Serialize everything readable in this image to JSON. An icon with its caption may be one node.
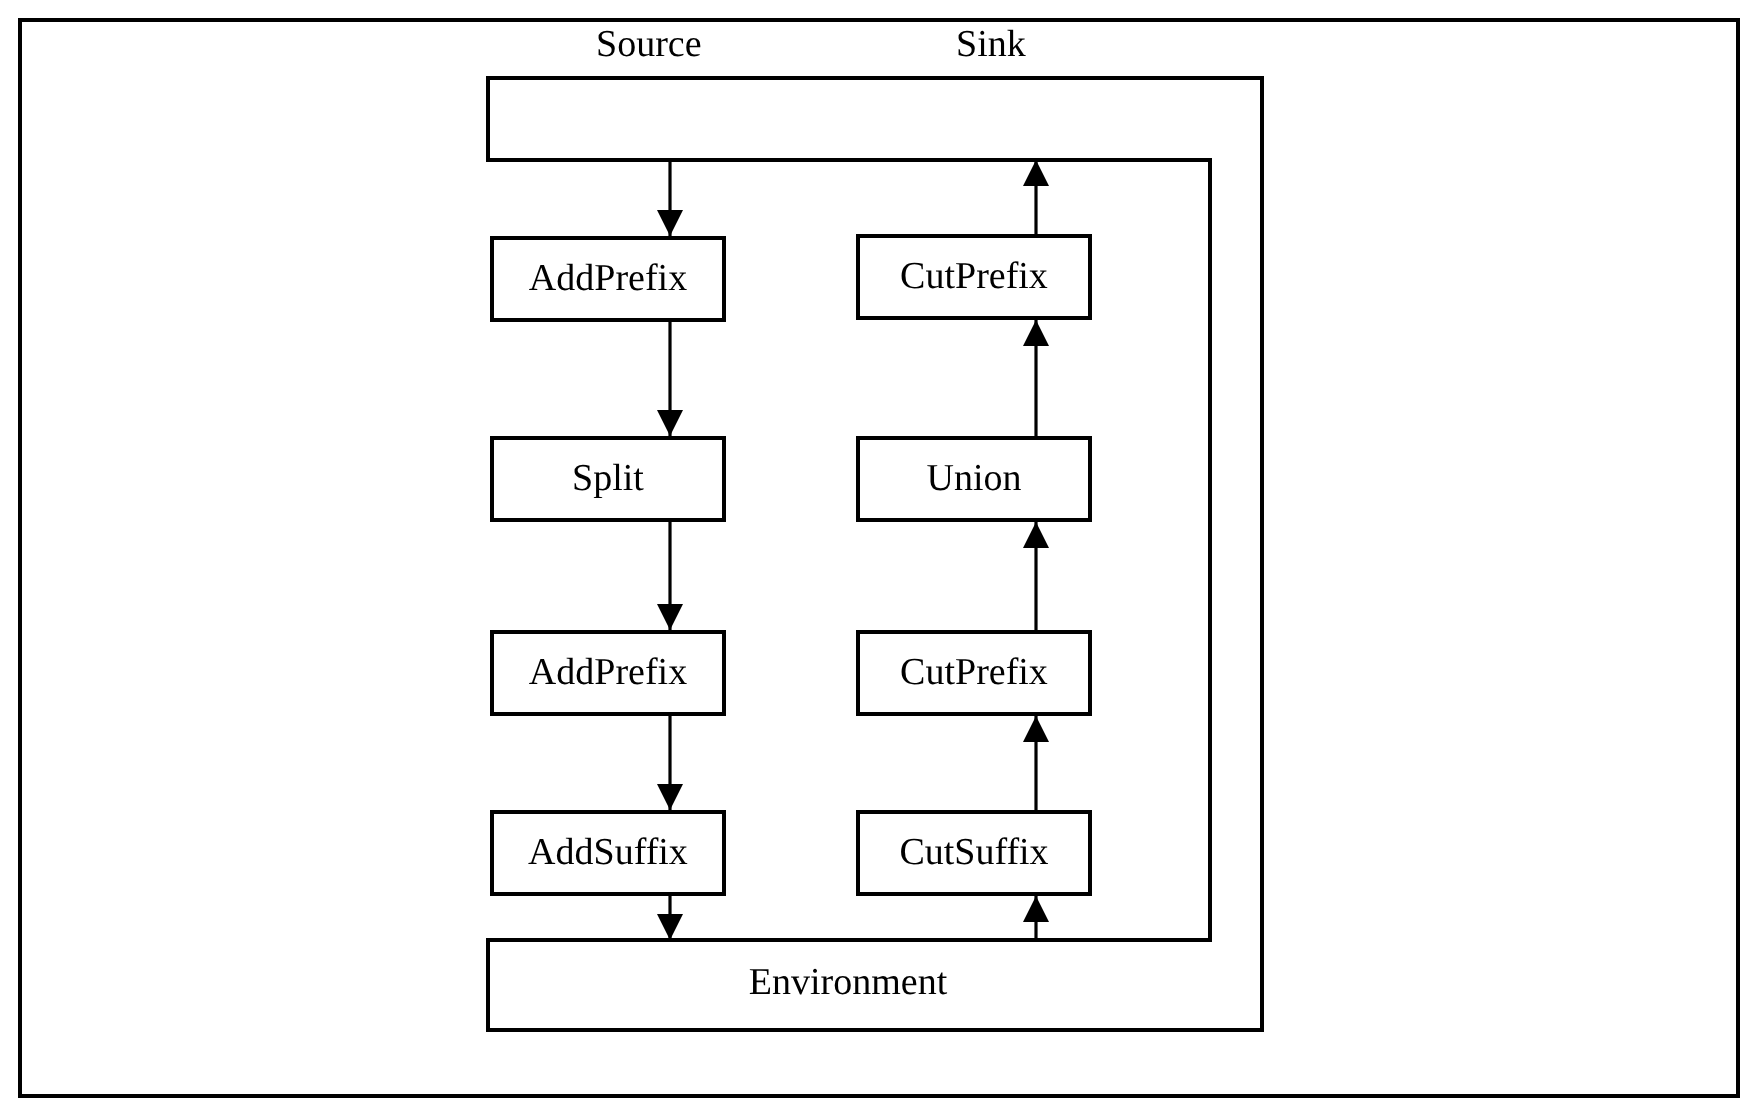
{
  "diagram": {
    "nodes": [
      {
        "text": [
          "Source",
          "Sink",
          "Environment"
        ]
      },
      {
        "text": [
          "AddPrefix"
        ]
      },
      {
        "text": [
          "Split"
        ]
      },
      {
        "text": [
          "AddPrefix"
        ]
      },
      {
        "text": [
          "AddSuffix"
        ]
      },
      {
        "text": [
          "CutSuffix"
        ]
      },
      {
        "text": [
          "CutPrefix"
        ]
      },
      {
        "text": [
          "Union"
        ]
      },
      {
        "text": [
          "CutPrefix"
        ]
      }
    ],
    "edges": [
      {
        "from": 0,
        "to": 1,
        "arrow": "to"
      },
      {
        "from": 1,
        "to": 2,
        "arrow": "to"
      },
      {
        "from": 2,
        "to": 3,
        "arrow": "to"
      },
      {
        "from": 3,
        "to": 4,
        "arrow": "to"
      },
      {
        "from": 4,
        "to": 0,
        "arrow": "to"
      },
      {
        "from": 0,
        "to": 5,
        "arrow": "to"
      },
      {
        "from": 5,
        "to": 6,
        "arrow": "to"
      },
      {
        "from": 6,
        "to": 7,
        "arrow": "to"
      },
      {
        "from": 7,
        "to": 8,
        "arrow": "to"
      },
      {
        "from": 8,
        "to": 0,
        "arrow": "to"
      }
    ]
  }
}
